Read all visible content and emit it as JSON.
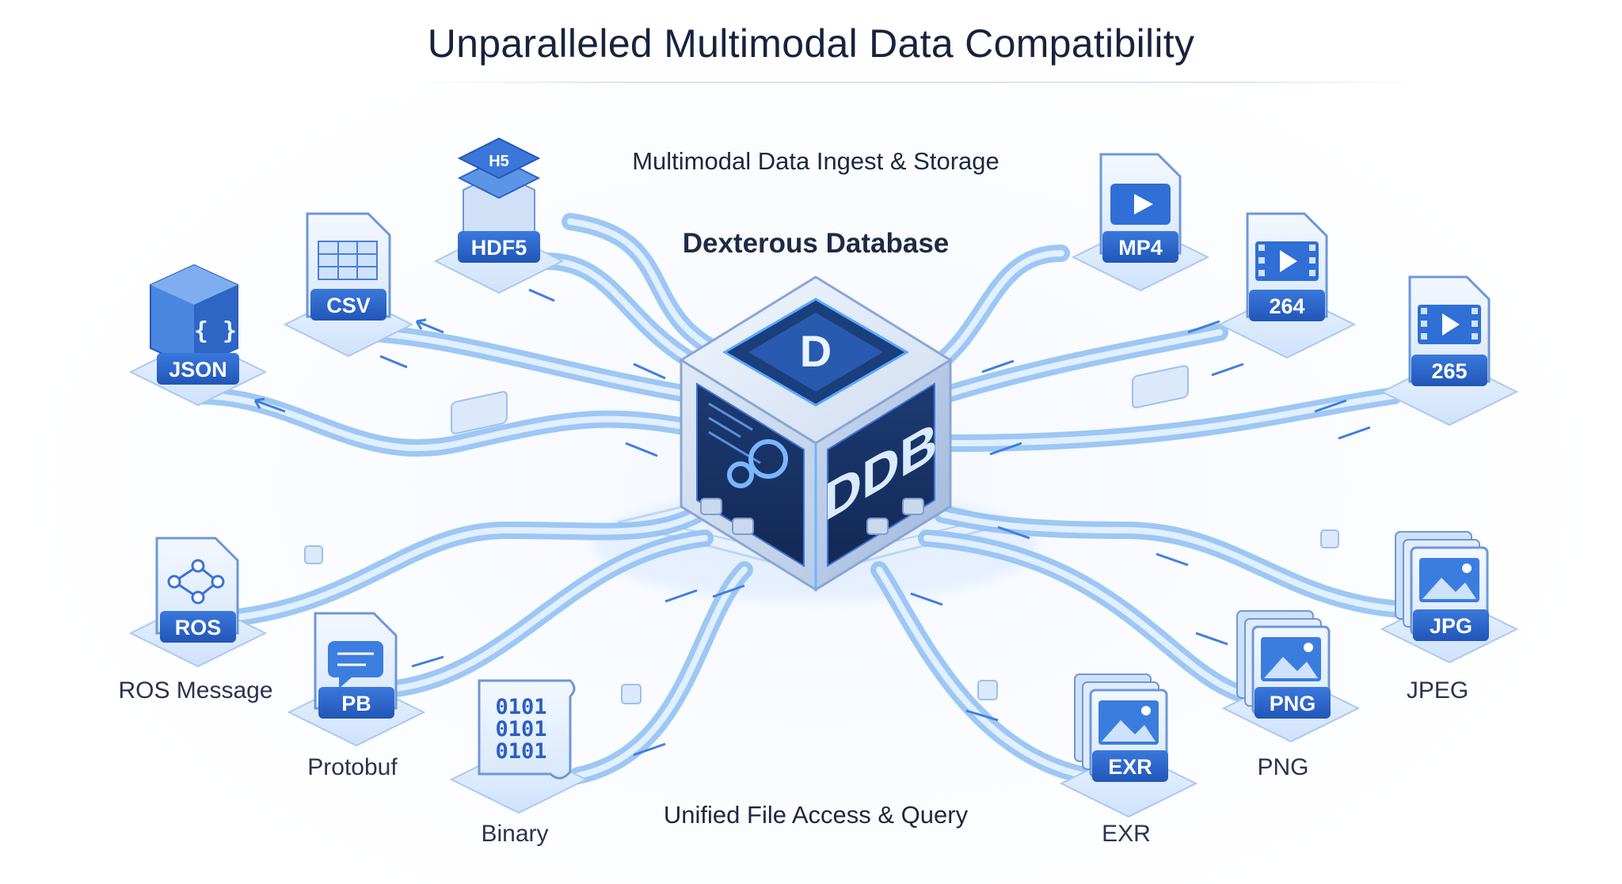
{
  "title": "Unparalleled Multimodal Data Compatibility",
  "top_caption": "Multimodal Data Ingest & Storage",
  "center_heading": "Dexterous Database",
  "bottom_caption": "Unified File Access & Query",
  "hub": {
    "face_label": "DDB",
    "logo_letter": "D"
  },
  "formats": {
    "hdf5": {
      "badge": "HDF5",
      "tag": "H5"
    },
    "csv": {
      "badge": "CSV"
    },
    "json": {
      "badge": "JSON",
      "glyph": "{ }"
    },
    "ros": {
      "badge": "ROS",
      "caption": "ROS Message"
    },
    "pb": {
      "badge": "PB",
      "caption": "Protobuf"
    },
    "binary": {
      "lines": [
        "0101",
        "0101",
        "0101"
      ],
      "caption": "Binary"
    },
    "mp4": {
      "badge": "MP4"
    },
    "h264": {
      "badge": "264"
    },
    "h265": {
      "badge": "265"
    },
    "jpg": {
      "badge": "JPG",
      "caption": "JPEG"
    },
    "png": {
      "badge": "PNG",
      "caption": "PNG"
    },
    "exr": {
      "badge": "EXR",
      "caption": "EXR"
    }
  },
  "colors": {
    "accent": "#2f6fd6",
    "badge": "#2a64c8",
    "pipe": "#8fc0f5",
    "pipe_core": "#e7f3ff",
    "title_text": "#17233d"
  }
}
